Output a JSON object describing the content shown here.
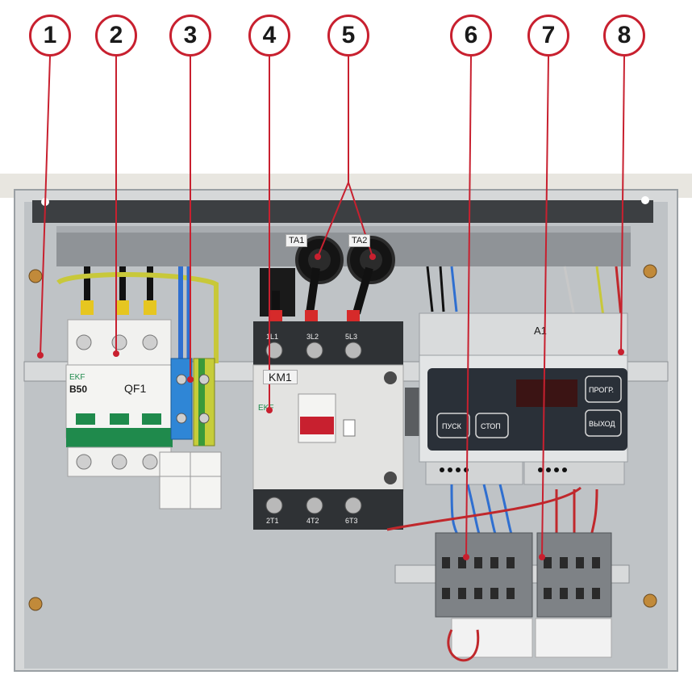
{
  "callouts": [
    "1",
    "2",
    "3",
    "4",
    "5",
    "6",
    "7",
    "8"
  ],
  "labels": {
    "ta1": "TA1",
    "ta2": "TA2",
    "km1": "KM1",
    "qf1": "QF1",
    "a1": "A1",
    "breaker_brand": "EKF",
    "breaker_rating": "B50",
    "contactor_brand": "EKF",
    "top_terminals": [
      "1L1",
      "3L2",
      "5L3"
    ],
    "bottom_terminals": [
      "2T1",
      "4T2",
      "6T3"
    ]
  },
  "controller_buttons": {
    "start": "ПУСК",
    "stop": "СТОП",
    "prog": "ПРОГР.",
    "exit": "ВЫХОД"
  },
  "colors": {
    "callout_ring": "#c8202f",
    "panel": "#c9cdd0",
    "wire_red": "#c0282c",
    "wire_blue": "#2f6fd0",
    "wire_yellow_green": "#c8c83a",
    "controller": "#2a3038"
  }
}
